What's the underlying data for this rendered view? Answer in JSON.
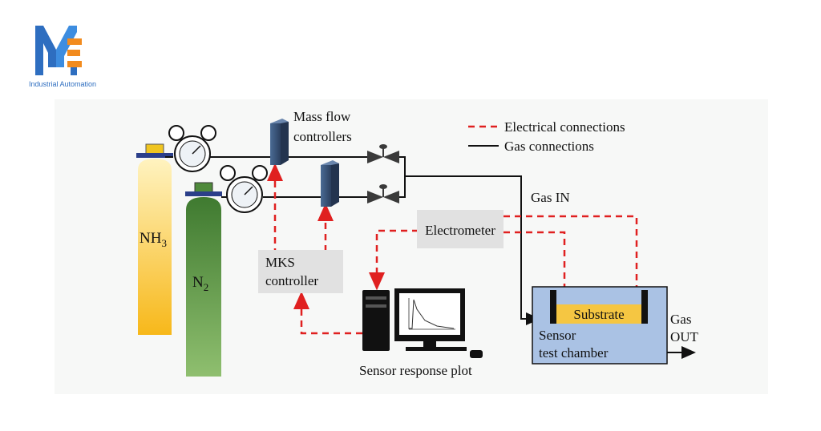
{
  "logo": {
    "caption": "Industrial Automation",
    "colors": {
      "blue": "#2e6ec0",
      "orange": "#f28b1e"
    }
  },
  "diagram": {
    "labels": {
      "mass_flow": [
        "Mass flow",
        "controllers"
      ],
      "legend_electrical": "Electrical connections",
      "legend_gas": "Gas connections",
      "gas_in": "Gas IN",
      "electrometer": "Electrometer",
      "mks": [
        "MKS",
        "controller"
      ],
      "cylinder_nh3_main": "NH",
      "cylinder_nh3_sub": "3",
      "cylinder_n2_main": "N",
      "cylinder_n2_sub": "2",
      "substrate": "Substrate",
      "chamber": [
        "Sensor",
        "test chamber"
      ],
      "gas_out": [
        "Gas",
        "OUT"
      ],
      "computer_caption": "Sensor response plot"
    },
    "colors": {
      "electrical": "#e02020",
      "gas": "#111111",
      "nh3_cylinder": "#f7c53a",
      "n2_cylinder": "#4f8a3b",
      "chamber": "#aac2e4",
      "substrate": "#f5c642",
      "box": "#e1e1e1"
    }
  }
}
